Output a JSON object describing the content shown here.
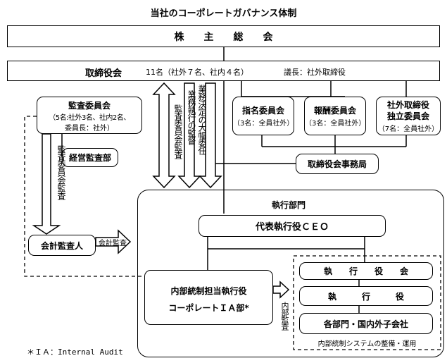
{
  "title": "当社のコーポレートガバナンス体制",
  "shareholders": "株　　主　　総　　会",
  "board": {
    "label": "取締役会",
    "detail": "11名（社外７名、社内４名）",
    "chair": "議長：社外取締役"
  },
  "audit_committee": {
    "label": "監査委員会",
    "detail1": "（5名:社外3名、社内2名、",
    "detail2": "委員長：社外）"
  },
  "management_audit_dept": "経営監査部",
  "arrow_labels": {
    "audit_committee_audit": "監査委員会監査",
    "board_audit": "監査委員会監査",
    "delegation": "業務決定の大幅委任",
    "supervision": "業務執行の監督",
    "accounting_audit": "会計監査",
    "internal_audit": "内部監査"
  },
  "committees": [
    {
      "label1": "指名委員会",
      "label2": "（3名：全員社外）"
    },
    {
      "label1": "報酬委員会",
      "label2": "（3名：全員社外）"
    },
    {
      "label1": "社外取締役",
      "label1b": "独立委員会",
      "label2": "（7名：全員社外）"
    }
  ],
  "board_office": "取締役会事務局",
  "exec_division": "執行部門",
  "ceo": "代表執行役ＣＥＯ",
  "auditor": "会計監査人",
  "internal_control": {
    "line1": "内部統制担当執行役",
    "line2": "コーポレートＩＡ部*"
  },
  "exec_officers_board": "執　　行　　役　　会",
  "exec_officers": "執　　　行　　　役",
  "departments": "各部門・国内外子会社",
  "internal_control_system": "内部統制システムの整備・運用",
  "footnote": "＊ＩＡ：Internal Audit"
}
